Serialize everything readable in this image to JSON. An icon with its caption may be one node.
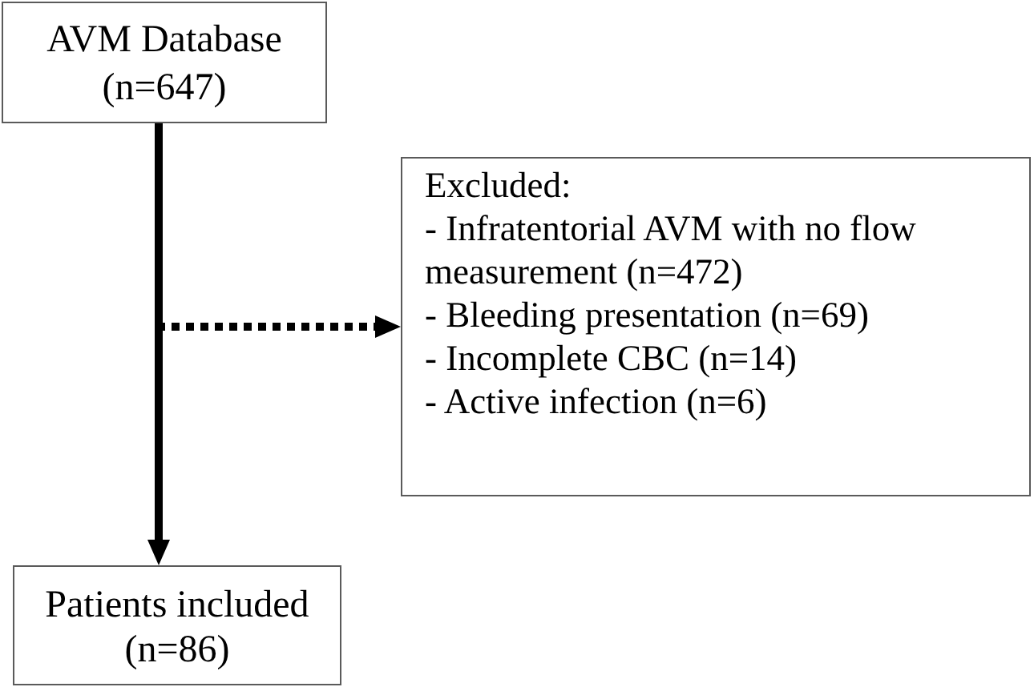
{
  "diagram": {
    "nodes": [
      {
        "text": [
          "AVM Database (n=647)"
        ]
      },
      {
        "text": [
          "Excluded:",
          "- Infratentorial AVM with no flow measurement (n=472)",
          "- Bleeding presentation (n=69)",
          "- Incomplete CBC (n=14)",
          "- Active infection (n=6)"
        ]
      },
      {
        "text": [
          "Patients included (n=86)"
        ]
      }
    ],
    "edges": [
      {
        "from": 0,
        "to": 2,
        "arrow": "to"
      },
      {
        "from": 0,
        "to": 1,
        "arrow": "to",
        "style": "dashed"
      }
    ]
  }
}
